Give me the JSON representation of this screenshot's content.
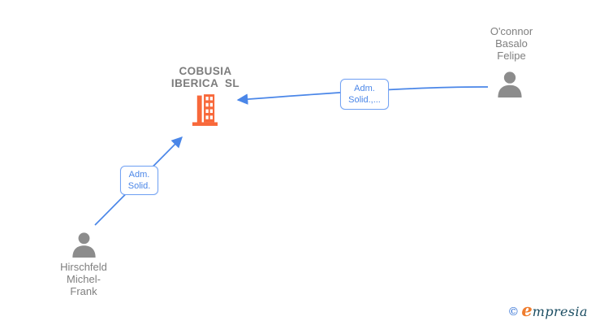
{
  "diagram": {
    "company": {
      "name": "COBUSIA IBERICA SL",
      "line1": "COBUSIA",
      "line2": "IBERICA  SL"
    },
    "person_top_right": {
      "name": "O'connor Basalo Felipe",
      "line1": "O'connor",
      "line2": "Basalo",
      "line3": "Felipe"
    },
    "person_bottom_left": {
      "name": "Hirschfeld Michel-Frank",
      "line1": "Hirschfeld",
      "line2": "Michel-",
      "line3": "Frank"
    },
    "edge_bottom_left_to_company": {
      "label_line1": "Adm.",
      "label_line2": "Solid."
    },
    "edge_top_right_to_company": {
      "label_line1": "Adm.",
      "label_line2": "Solid.,..."
    }
  },
  "logo": {
    "copyright": "©",
    "brand_initial": "e",
    "brand_rest": "mpresia"
  },
  "colors": {
    "arrow_blue": "#4a86e8",
    "edge_label_border": "#74a3f3",
    "edge_label_text": "#4a86e8",
    "node_text_gray": "#7f7f7f",
    "person_icon_gray": "#8c8c8c",
    "building_orange": "#f8683a",
    "logo_copyright_blue": "#2f6fd4",
    "logo_e_orange": "#ef7d2e",
    "logo_rest_teal": "#1c4e63",
    "background": "#ffffff"
  },
  "icons": {
    "company": "building-icon",
    "persons": "person-silhouette-icon",
    "arrows": "blue-directional-arrows"
  }
}
